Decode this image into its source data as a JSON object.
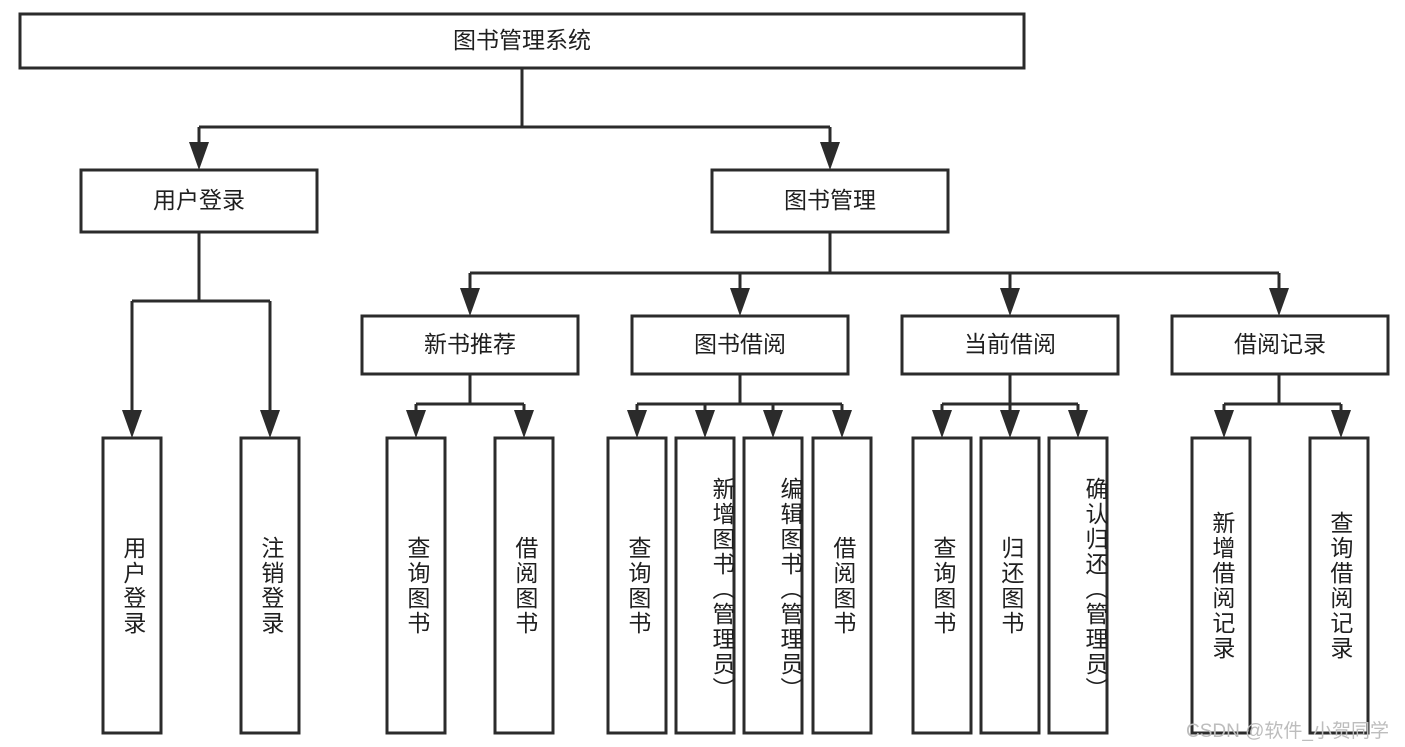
{
  "diagram": {
    "title": "图书管理系统",
    "watermark": "CSDN @软件_小贺同学",
    "colors": {
      "stroke": "#2b2b2b",
      "fill": "#ffffff",
      "text": "#1f1f1f",
      "watermark": "#bdbdbd",
      "background": "#ffffff"
    },
    "root": {
      "label": "图书管理系统"
    },
    "level2": [
      {
        "label": "用户登录"
      },
      {
        "label": "图书管理"
      }
    ],
    "level3": [
      {
        "label": "新书推荐"
      },
      {
        "label": "图书借阅"
      },
      {
        "label": "当前借阅"
      },
      {
        "label": "借阅记录"
      }
    ],
    "leaves": {
      "user_login": [
        {
          "label": "用户登录"
        },
        {
          "label": "注销登录"
        }
      ],
      "new_book_recommend": [
        {
          "label": "查询图书"
        },
        {
          "label": "借阅图书"
        }
      ],
      "book_borrow": [
        {
          "label": "查询图书"
        },
        {
          "label": "新增图书（管理员）"
        },
        {
          "label": "编辑图书（管理员）"
        },
        {
          "label": "借阅图书"
        }
      ],
      "current_borrow": [
        {
          "label": "查询图书"
        },
        {
          "label": "归还图书"
        },
        {
          "label": "确认归还（管理员）"
        }
      ],
      "borrow_record": [
        {
          "label": "新增借阅记录"
        },
        {
          "label": "查询借阅记录"
        }
      ]
    }
  },
  "chart_data": {
    "type": "table",
    "title": "图书管理系统",
    "hierarchy": [
      {
        "label": "图书管理系统",
        "level": 1,
        "children": [
          {
            "label": "用户登录",
            "level": 2,
            "children": [
              {
                "label": "用户登录",
                "level": 3,
                "children": []
              },
              {
                "label": "注销登录",
                "level": 3,
                "children": []
              }
            ]
          },
          {
            "label": "图书管理",
            "level": 2,
            "children": [
              {
                "label": "新书推荐",
                "level": 3,
                "children": [
                  {
                    "label": "查询图书",
                    "level": 4,
                    "children": []
                  },
                  {
                    "label": "借阅图书",
                    "level": 4,
                    "children": []
                  }
                ]
              },
              {
                "label": "图书借阅",
                "level": 3,
                "children": [
                  {
                    "label": "查询图书",
                    "level": 4,
                    "children": []
                  },
                  {
                    "label": "新增图书（管理员）",
                    "level": 4,
                    "children": []
                  },
                  {
                    "label": "编辑图书（管理员）",
                    "level": 4,
                    "children": []
                  },
                  {
                    "label": "借阅图书",
                    "level": 4,
                    "children": []
                  }
                ]
              },
              {
                "label": "当前借阅",
                "level": 3,
                "children": [
                  {
                    "label": "查询图书",
                    "level": 4,
                    "children": []
                  },
                  {
                    "label": "归还图书",
                    "level": 4,
                    "children": []
                  },
                  {
                    "label": "确认归还（管理员）",
                    "level": 4,
                    "children": []
                  }
                ]
              },
              {
                "label": "借阅记录",
                "level": 3,
                "children": [
                  {
                    "label": "新增借阅记录",
                    "level": 4,
                    "children": []
                  },
                  {
                    "label": "查询借阅记录",
                    "level": 4,
                    "children": []
                  }
                ]
              }
            ]
          }
        ]
      }
    ]
  }
}
